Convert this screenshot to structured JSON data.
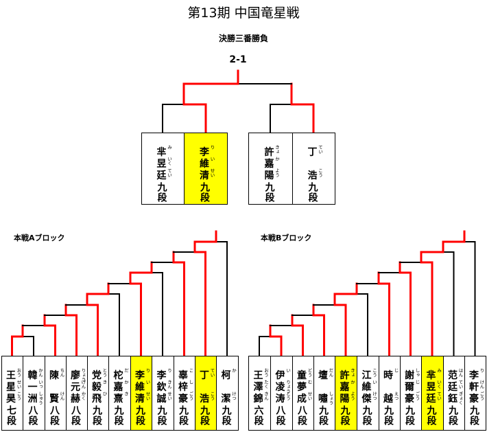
{
  "title": "第13期 中国竜星戦",
  "final": {
    "label": "決勝三番勝負",
    "score": "2-1",
    "semis": [
      {
        "players": [
          {
            "name": [
              "芈",
              "昱",
              "廷"
            ],
            "ruby": [
              "み",
              "いく",
              "てい"
            ],
            "rank": "九段",
            "highlight": false
          },
          {
            "name": [
              "李",
              "維",
              "清"
            ],
            "ruby": [
              "り",
              "い",
              "せい"
            ],
            "rank": "九段",
            "highlight": true
          }
        ],
        "winner": "R"
      },
      {
        "players": [
          {
            "name": [
              "許",
              "嘉",
              "陽"
            ],
            "ruby": [
              "きょ",
              "か",
              "よう"
            ],
            "rank": "九段",
            "highlight": false
          },
          {
            "name": [
              "丁",
              "浩"
            ],
            "ruby": [
              "てい",
              "こう"
            ],
            "rank": "九段",
            "highlight": false
          }
        ],
        "winner": "R"
      }
    ],
    "winner": "L"
  },
  "blocks": [
    {
      "label": "本戦Aブロック",
      "winners": [
        "L",
        "R",
        "R",
        "R",
        "L",
        "R",
        "L",
        "R",
        "R",
        "L"
      ],
      "players": [
        {
          "name": [
            "王",
            "星",
            "昊"
          ],
          "ruby": [
            "おう",
            "せい",
            "こう"
          ],
          "rank": "七段",
          "highlight": false
        },
        {
          "name": [
            "韓",
            "一",
            "洲"
          ],
          "ruby": [
            "かん",
            "いっ",
            "しゅう"
          ],
          "rank": "八段",
          "highlight": false
        },
        {
          "name": [
            "陳",
            "賢"
          ],
          "ruby": [
            "ちん",
            "けん"
          ],
          "rank": "八段",
          "highlight": false
        },
        {
          "name": [
            "廖",
            "元",
            "赫"
          ],
          "ruby": [
            "りょう",
            "げん",
            "かく"
          ],
          "rank": "八段",
          "highlight": false
        },
        {
          "name": [
            "党",
            "毅",
            "飛"
          ],
          "ruby": [
            "とう",
            "き",
            "ひ"
          ],
          "rank": "九段",
          "highlight": false
        },
        {
          "name": [
            "柁",
            "嘉",
            "熹"
          ],
          "ruby": [
            "だ",
            "か",
            "き"
          ],
          "rank": "九段",
          "highlight": false
        },
        {
          "name": [
            "李",
            "維",
            "清"
          ],
          "ruby": [
            "り",
            "い",
            "せい"
          ],
          "rank": "九段",
          "highlight": true
        },
        {
          "name": [
            "李",
            "欽",
            "誠"
          ],
          "ruby": [
            "り",
            "きん",
            "せい"
          ],
          "rank": "九段",
          "highlight": false
        },
        {
          "name": [
            "辜",
            "梓",
            "豪"
          ],
          "ruby": [
            "こ",
            "し",
            "ごう"
          ],
          "rank": "九段",
          "highlight": false
        },
        {
          "name": [
            "丁",
            "浩"
          ],
          "ruby": [
            "てい",
            "こう"
          ],
          "rank": "九段",
          "highlight": true
        },
        {
          "name": [
            "柯",
            "潔"
          ],
          "ruby": [
            "か",
            "けつ"
          ],
          "rank": "九段",
          "highlight": false
        }
      ]
    },
    {
      "label": "本戦Bブロック",
      "winners": [
        "R",
        "R",
        "R",
        "R",
        "L",
        "R",
        "R",
        "R",
        "L",
        "L"
      ],
      "players": [
        {
          "name": [
            "王",
            "澤",
            "錦"
          ],
          "ruby": [
            "おう",
            "たく",
            "きん"
          ],
          "rank": "六段",
          "highlight": false
        },
        {
          "name": [
            "伊",
            "凌",
            "涛"
          ],
          "ruby": [
            "い",
            "りょう",
            "とう"
          ],
          "rank": "八段",
          "highlight": false
        },
        {
          "name": [
            "童",
            "夢",
            "成"
          ],
          "ruby": [
            "どう",
            "む",
            "せい"
          ],
          "rank": "八段",
          "highlight": false
        },
        {
          "name": [
            "壇",
            "嘯"
          ],
          "ruby": [
            "だん",
            "しょう"
          ],
          "rank": "九段",
          "highlight": false
        },
        {
          "name": [
            "許",
            "嘉",
            "陽"
          ],
          "ruby": [
            "きょ",
            "か",
            "よう"
          ],
          "rank": "九段",
          "highlight": true
        },
        {
          "name": [
            "江",
            "維",
            "傑"
          ],
          "ruby": [
            "こう",
            "い",
            "けつ"
          ],
          "rank": "九段",
          "highlight": false
        },
        {
          "name": [
            "時",
            "越"
          ],
          "ruby": [
            "じ",
            "えつ"
          ],
          "rank": "九段",
          "highlight": false
        },
        {
          "name": [
            "謝",
            "爾",
            "豪"
          ],
          "ruby": [
            "しゃ",
            "じ",
            "ごう"
          ],
          "rank": "九段",
          "highlight": false
        },
        {
          "name": [
            "芈",
            "昱",
            "廷"
          ],
          "ruby": [
            "み",
            "いく",
            "てい"
          ],
          "rank": "九段",
          "highlight": true
        },
        {
          "name": [
            "范",
            "廷",
            "鈺"
          ],
          "ruby": [
            "はん",
            "てい",
            "ぎょく"
          ],
          "rank": "九段",
          "highlight": false
        },
        {
          "name": [
            "李",
            "軒",
            "豪"
          ],
          "ruby": [
            "り",
            "けん",
            "ごう"
          ],
          "rank": "九段",
          "highlight": false
        }
      ]
    }
  ],
  "colors": {
    "win_line": "#ff0000",
    "line": "#000000",
    "highlight": "#ffff00"
  }
}
